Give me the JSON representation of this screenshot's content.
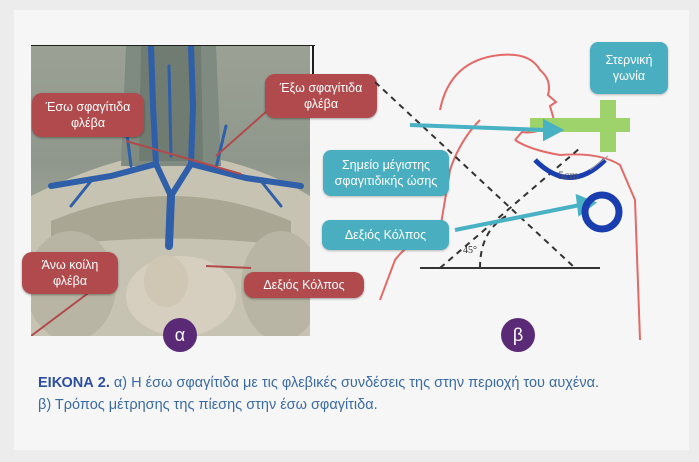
{
  "figure": {
    "labels_a": {
      "internal_jugular": "Έσω σφαγίτιδα φλέβα",
      "external_jugular": "Έξω σφαγίτιδα φλέβα",
      "superior_vena_cava": "Άνω κοίλη φλέβα",
      "right_atrium": "Δεξιός Κόλπος"
    },
    "labels_b": {
      "sternal_angle": "Στερνική γωνία",
      "max_pulse_point": "Σημείο μέγιστης σφαγιτιδικής ώσης",
      "right_atrium": "Δεξιός Κόλπος",
      "distance": "5cm",
      "angle": "45°"
    },
    "badge_a": "α",
    "badge_b": "β"
  },
  "caption": {
    "head": "ΕΙΚΟΝΑ 2.",
    "line1": " α) Η έσω σφαγίτιδα με τις φλεβικές συνδέσεις της στην περιοχή του αυχένα.",
    "line2": "β) Τρόπος μέτρησης της πίεσης στην έσω σφαγίτιδα."
  },
  "colors": {
    "red_label": "#b14a4c",
    "teal_label": "#4aaec1",
    "badge": "#5b2a77",
    "caption_blue": "#3a6aa6",
    "vein_blue": "#2f5fa8"
  }
}
